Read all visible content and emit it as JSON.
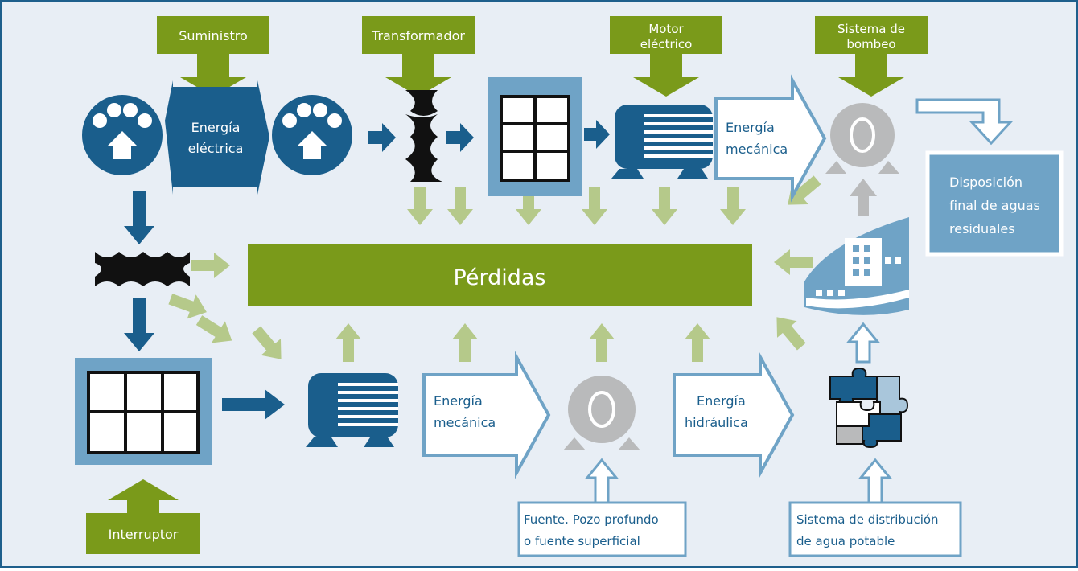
{
  "colors": {
    "background": "#e8eef5",
    "border": "#1e5f8c",
    "green": "#7a9a1a",
    "light_green": "#b5c98a",
    "dark_blue": "#1a5e8c",
    "mid_blue": "#6fa3c6",
    "outline_blue": "#6fa3c6",
    "gray": "#b9babb",
    "black": "#111111"
  },
  "labels": {
    "suministro": "Suministro",
    "transformador": "Transformador",
    "motor_electrico": [
      "Motor",
      "eléctrico"
    ],
    "sistema_bombeo": [
      "Sistema de",
      "bombeo"
    ],
    "energia_electrica": [
      "Energía",
      "eléctrica"
    ],
    "energia_mecanica_top": [
      "Energía",
      "mecánica"
    ],
    "energia_mecanica_bottom": [
      "Energía",
      "mecánica"
    ],
    "energia_hidraulica": [
      "Energía",
      "hidráulica"
    ],
    "disposicion": [
      "Disposición",
      "final de aguas",
      "residuales"
    ],
    "perdidas": "Pérdidas",
    "interruptor": "Interruptor",
    "fuente": [
      "Fuente. Pozo profundo",
      "o fuente superficial"
    ],
    "sistema_distribucion": [
      "Sistema de distribución",
      "de agua potable"
    ]
  },
  "icons": {
    "meter_left": "electric-meter-icon",
    "meter_right": "electric-meter-icon",
    "transformer_top": "transformer-coil-icon",
    "transformer_left": "transformer-coil-icon",
    "switchboard_top": "switchboard-icon",
    "switchboard_bottom": "switchboard-icon",
    "motor_top": "electric-motor-icon",
    "motor_bottom": "electric-motor-icon",
    "pump_top": "pump-icon",
    "pump_bottom": "pump-icon",
    "treatment_plant": "treatment-plant-icon",
    "distribution_network": "puzzle-network-icon"
  }
}
